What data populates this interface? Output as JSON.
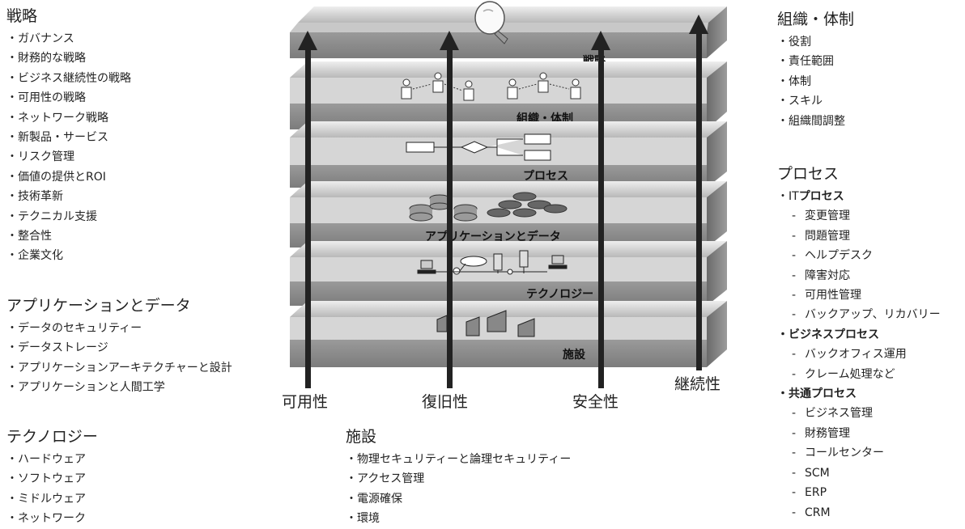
{
  "left": {
    "strategy": {
      "heading": "戦略",
      "items": [
        "ガバナンス",
        "財務的な戦略",
        "ビジネス継続性の戦略",
        "可用性の戦略",
        "ネットワーク戦略",
        "新製品・サービス",
        "リスク管理",
        "価値の提供とROI",
        "技術革新",
        "テクニカル支援",
        "整合性",
        "企業文化"
      ]
    },
    "appdata": {
      "heading": "アプリケーションとデータ",
      "items": [
        "データのセキュリティー",
        "データストレージ",
        "アプリケーションアーキテクチャーと設計",
        "アプリケーションと人間工学"
      ]
    },
    "technology": {
      "heading": "テクノロジー",
      "items": [
        "ハードウェア",
        "ソフトウェア",
        "ミドルウェア",
        "ネットワーク"
      ]
    }
  },
  "center": {
    "facilities": {
      "heading": "施設",
      "items": [
        "物理セキュリティーと論理セキュリティー",
        "アクセス管理",
        "電源確保",
        "環境"
      ]
    }
  },
  "right": {
    "org": {
      "heading": "組織・体制",
      "items": [
        "役割",
        "責任範囲",
        "体制",
        "スキル",
        "組織間調整"
      ]
    },
    "process": {
      "heading": "プロセス",
      "it_prefix": "IT",
      "it_bold": "プロセス",
      "it_items": [
        "変更管理",
        "問題管理",
        "ヘルプデスク",
        "障害対応",
        "可用性管理",
        "バックアップ、リカバリー"
      ],
      "business_label": "ビジネスプロセス",
      "business_items": [
        "バックオフィス運用",
        "クレーム処理など"
      ],
      "common_label": "共通プロセス",
      "common_items": [
        "ビジネス管理",
        "財務管理",
        "コールセンター",
        "SCM",
        "ERP",
        "CRM"
      ]
    }
  },
  "layers": [
    "戦略",
    "組織・体制",
    "プロセス",
    "アプリケーションとデータ",
    "テクノロジー",
    "施設"
  ],
  "axes": [
    "可用性",
    "復旧性",
    "安全性",
    "継続性"
  ],
  "colors": {
    "layer_face": "#8c8c8c",
    "layer_top": "#d0d0d0",
    "arrow": "#222222",
    "text": "#222222"
  },
  "icons": {
    "strategy": "lightbulb-icon",
    "org": "people-icon",
    "process": "flowchart-icon",
    "appdata": "database-icon",
    "technology": "network-icon",
    "facilities": "building-icon"
  }
}
